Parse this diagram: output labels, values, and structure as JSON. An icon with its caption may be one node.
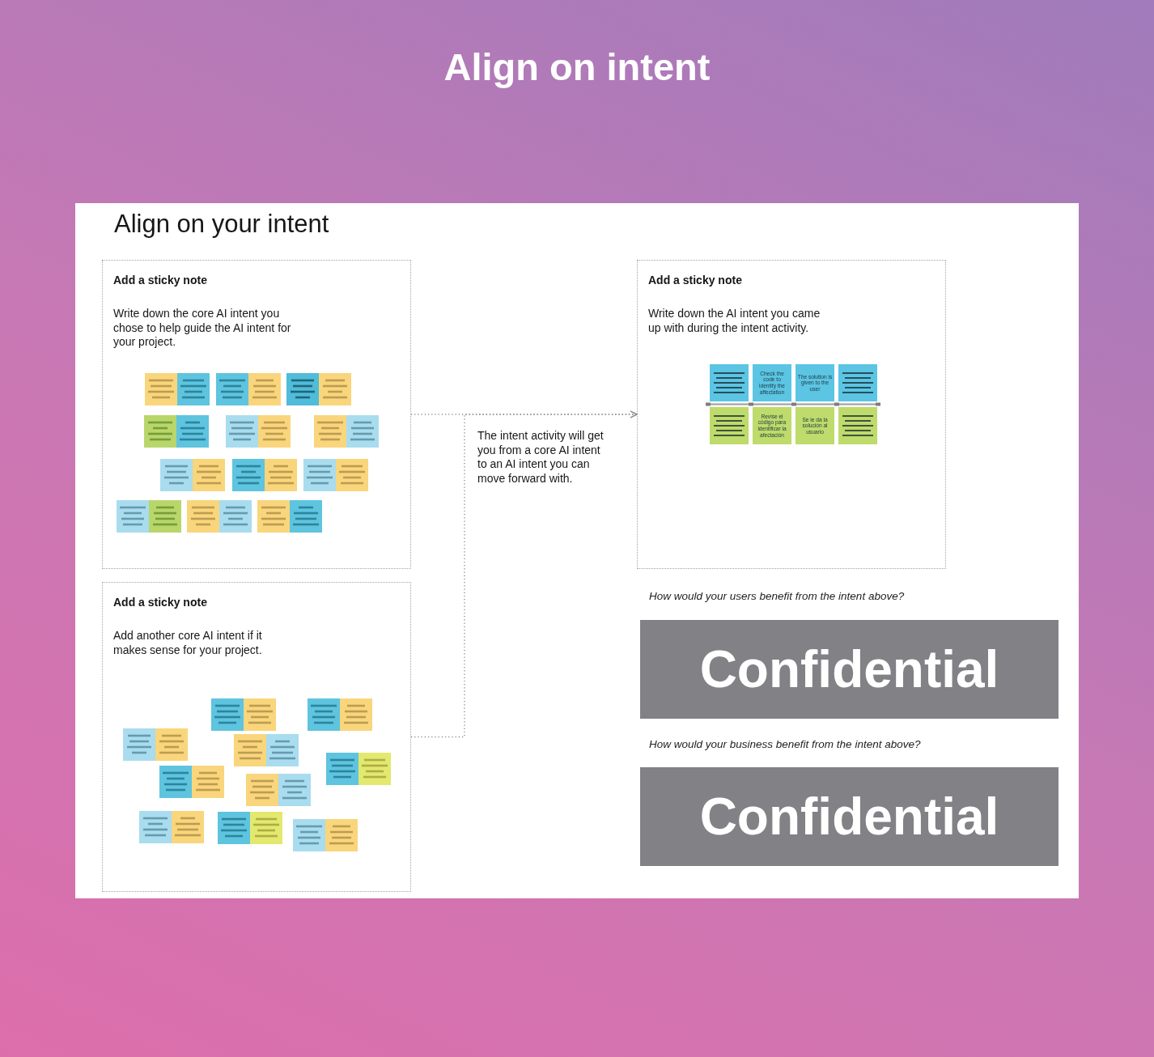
{
  "diagram": {
    "title": "Align on intent",
    "nodes": [
      {
        "text": [
          "Align on your intent"
        ]
      },
      {
        "text": [
          "Add a sticky note",
          "Write down the core AI intent you chose to help guide the AI intent for your project."
        ],
        "in": 0
      },
      {
        "text": [
          "Add a sticky note",
          "Add another core AI intent if it makes sense for your project."
        ],
        "in": 0
      },
      {
        "text": [
          "Add a sticky note",
          "Write down the AI intent you came up with during the intent activity."
        ],
        "in": 0
      },
      {
        "text": [],
        "shape": "box",
        "in": 3
      },
      {
        "text": [
          "Check the code to identify the affectation"
        ],
        "in": 3
      },
      {
        "text": [
          "The solution is given to the user"
        ],
        "in": 3
      },
      {
        "text": [],
        "shape": "box",
        "in": 3
      },
      {
        "text": [],
        "shape": "box",
        "in": 3
      },
      {
        "text": [
          "Revise el código para identificar la afectación"
        ],
        "in": 3
      },
      {
        "text": [
          "Se le da la solución al usuario"
        ],
        "in": 3
      },
      {
        "text": [],
        "shape": "box",
        "in": 3
      },
      {
        "text": [
          "Confidential"
        ],
        "in": 0
      },
      {
        "text": [
          "Confidential"
        ],
        "in": 0
      }
    ],
    "edges": [
      {
        "from": 1,
        "to": 3,
        "arrow": "to",
        "style": "dashed"
      },
      {
        "from": 2,
        "to": 3,
        "arrow": "to",
        "style": "dashed"
      }
    ],
    "labels": [
      "The intent activity will get you from a core AI intent to an AI intent you can move forward with.",
      "How would your users benefit from the intent above?",
      "How would your business benefit from the intent above?"
    ]
  }
}
